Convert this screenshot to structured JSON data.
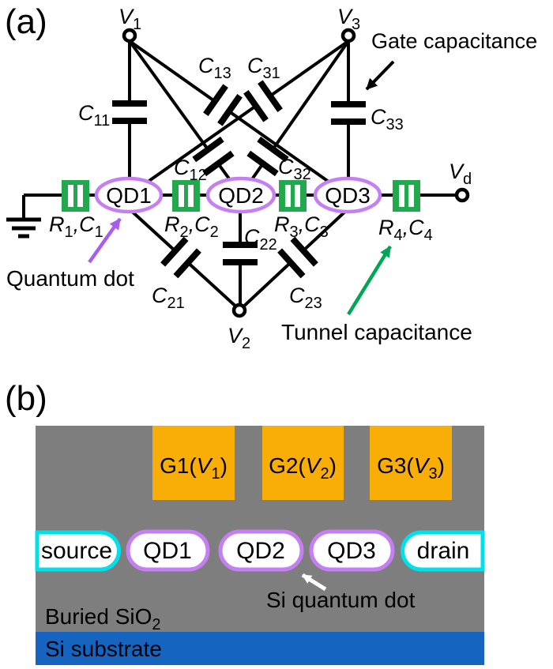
{
  "figure": {
    "panel_a": {
      "label": "(a)",
      "terminals": {
        "v1": {
          "base": "V",
          "sub": "1"
        },
        "v2": {
          "base": "V",
          "sub": "2"
        },
        "v3": {
          "base": "V",
          "sub": "3"
        },
        "vd": {
          "base": "V",
          "sub": "d"
        }
      },
      "capacitors": {
        "c11": {
          "base": "C",
          "sub": "11"
        },
        "c13": {
          "base": "C",
          "sub": "13"
        },
        "c31": {
          "base": "C",
          "sub": "31"
        },
        "c33": {
          "base": "C",
          "sub": "33"
        },
        "c12": {
          "base": "C",
          "sub": "12"
        },
        "c32": {
          "base": "C",
          "sub": "32"
        },
        "c22": {
          "base": "C",
          "sub": "22"
        },
        "c21": {
          "base": "C",
          "sub": "21"
        },
        "c23": {
          "base": "C",
          "sub": "23"
        }
      },
      "junctions": {
        "r1": {
          "r": "R",
          "rs": "1",
          "c": ",C",
          "cs": "1"
        },
        "r2": {
          "r": "R",
          "rs": "2",
          "c": ",C",
          "cs": "2"
        },
        "r3": {
          "r": "R",
          "rs": "3",
          "c": ",C",
          "cs": "3"
        },
        "r4": {
          "r": "R",
          "rs": "4",
          "c": ",C",
          "cs": "4"
        }
      },
      "dots": {
        "qd1": "QD1",
        "qd2": "QD2",
        "qd3": "QD3"
      },
      "annotations": {
        "gate_capacitance": "Gate capacitance",
        "quantum_dot": "Quantum dot",
        "tunnel_capacitance": "Tunnel capacitance"
      }
    },
    "panel_b": {
      "label": "(b)",
      "gates": [
        {
          "pre": "G1(",
          "v": "V",
          "sub": "1",
          "post": ")"
        },
        {
          "pre": "G2(",
          "v": "V",
          "sub": "2",
          "post": ")"
        },
        {
          "pre": "G3(",
          "v": "V",
          "sub": "3",
          "post": ")"
        }
      ],
      "regions": {
        "source": "source",
        "drain": "drain",
        "qd1": "QD1",
        "qd2": "QD2",
        "qd3": "QD3",
        "si_quantum_dot": "Si quantum dot",
        "buried_oxide": {
          "base": "Buried SiO",
          "sub": "2"
        },
        "substrate": "Si substrate"
      }
    },
    "colors": {
      "tunnel_junction_green": "#22a94e",
      "tunnel_text_green": "#00a651",
      "quantum_dot_purple": "#c57ff2",
      "quantum_dot_text_purple": "#a85cf0",
      "contact_cyan": "#00e0ea",
      "gate_orange": "#f8ae06",
      "oxide_gray": "#7e7e7e",
      "substrate_blue": "#1565c0"
    }
  }
}
